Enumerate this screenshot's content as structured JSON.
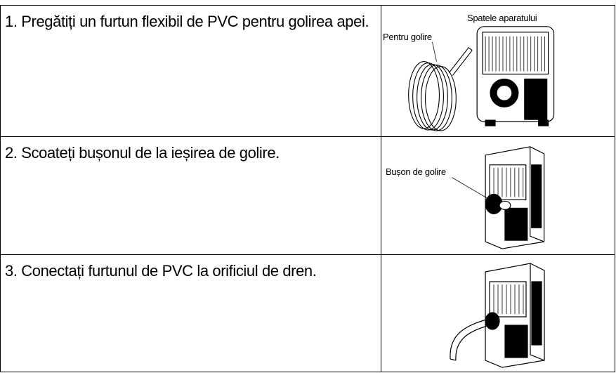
{
  "steps": [
    {
      "text": "1.  Pregătiți un furtun flexibil de PVC pentru golirea apei."
    },
    {
      "text": "2. Scoateți bușonul de la ieșirea de golire."
    },
    {
      "text": "3. Conectați furtunul de PVC la orificiul de dren."
    }
  ],
  "figures": {
    "step1": {
      "label_back": "Spatele aparatului",
      "label_hose": "Pentru golire"
    },
    "step2": {
      "label_plug": "Bușon de golire"
    }
  }
}
